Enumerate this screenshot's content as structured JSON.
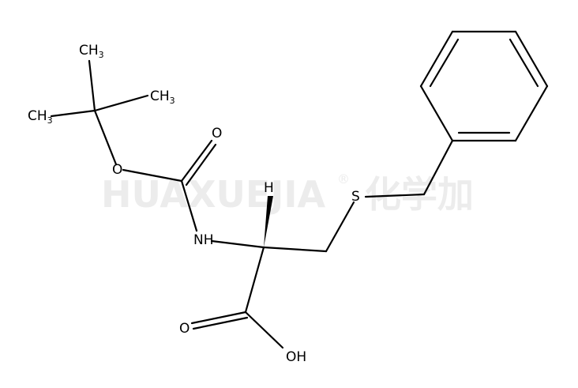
{
  "watermark": {
    "brand": "HUAXUEJIA",
    "registered": "®",
    "cjk": "化学加"
  },
  "atoms": {
    "ch3_top": {
      "base": "CH",
      "sub": "3"
    },
    "ch3_right": {
      "base": "CH",
      "sub": "3"
    },
    "ch3_left": {
      "base": "CH",
      "sub": "3"
    },
    "o_ester": "O",
    "o_carbonyl_top": "O",
    "nh": "NH",
    "h_stereo": "H",
    "s": "S",
    "o_acid_double": "O",
    "oh": "OH"
  }
}
